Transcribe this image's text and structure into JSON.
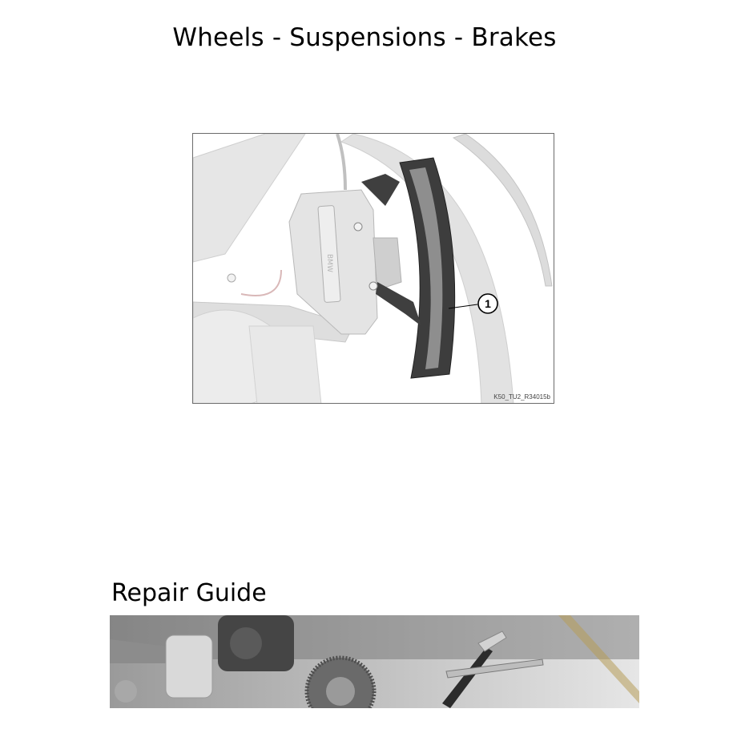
{
  "page": {
    "title": "Wheels - Suspensions - Brakes"
  },
  "figure": {
    "description": "Line drawing of motorcycle front wheel with brake caliper; rim guard highlighted",
    "callouts": [
      {
        "number": "1",
        "target": "rim protector strip"
      }
    ],
    "caption_code": "K50_TU2_R34015b",
    "caliper_brand_text": "BMW"
  },
  "section": {
    "title": "Repair Guide"
  },
  "banner": {
    "description": "Grayscale banner image with engine pistons, crankshaft, gears and wrenches",
    "icons": [
      "piston-icon",
      "crankshaft-icon",
      "gear-icon",
      "wrench-icon"
    ]
  }
}
